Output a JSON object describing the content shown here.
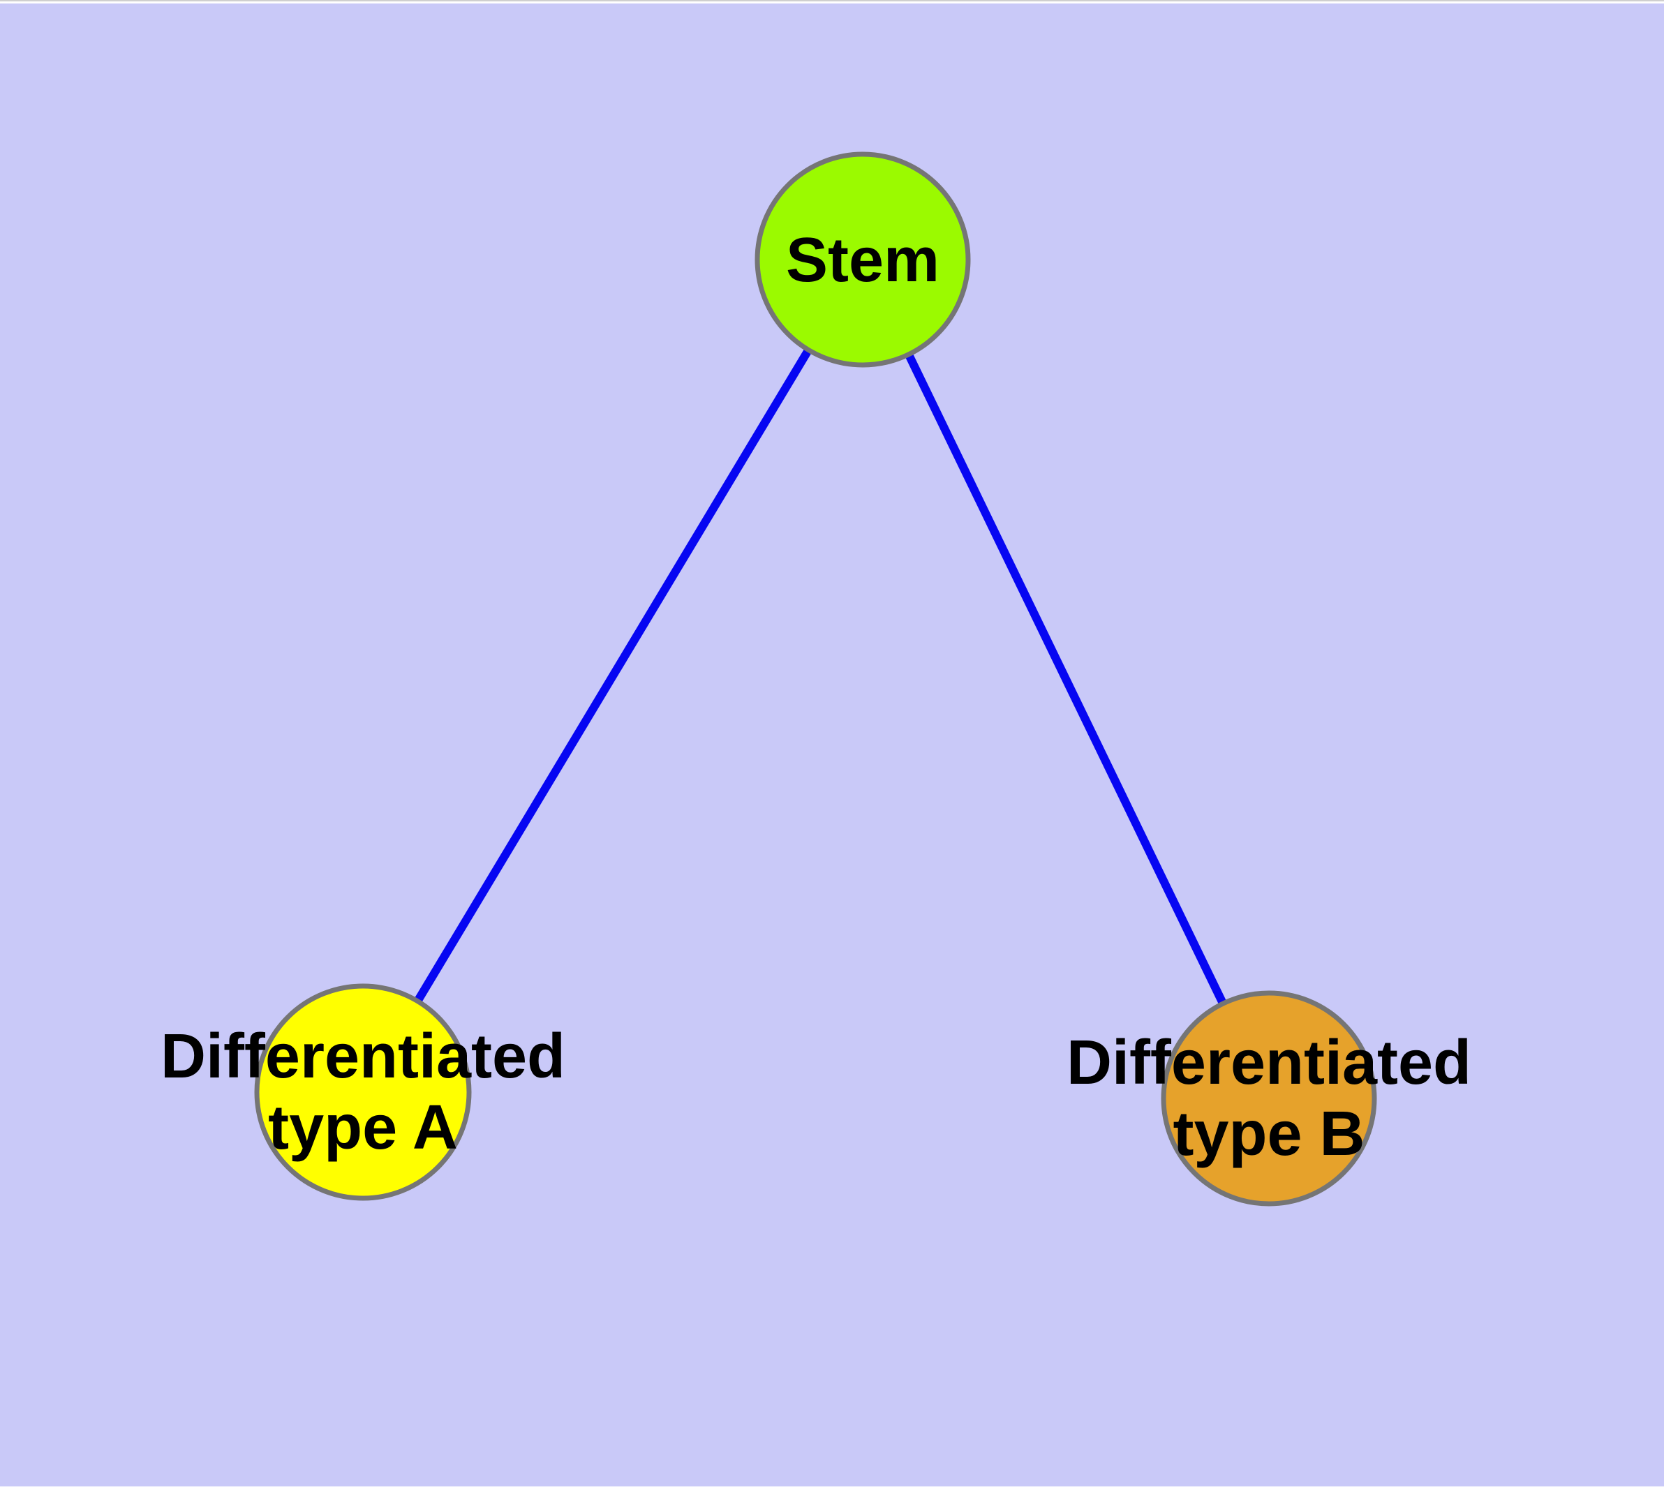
{
  "diagram": {
    "background_color": "#c9c9f8",
    "top_hairline_color": "#cfcfcf",
    "node_border_color": "#757575",
    "edge_color": "#0606f2",
    "text_color": "#000000",
    "nodes": [
      {
        "id": "stem",
        "label": "Stem",
        "lines": [
          "Stem"
        ],
        "fill": "#9bfa00"
      },
      {
        "id": "differentiated-type-a",
        "label": "Differentiated type A",
        "lines": [
          "Differentiated",
          "type A"
        ],
        "fill": "#ffff00"
      },
      {
        "id": "differentiated-type-b",
        "label": "Differentiated type B",
        "lines": [
          "Differentiated",
          "type B"
        ],
        "fill": "#e6a22b"
      }
    ],
    "edges": [
      {
        "from": "stem",
        "to": "differentiated-type-a"
      },
      {
        "from": "stem",
        "to": "differentiated-type-b"
      }
    ]
  }
}
